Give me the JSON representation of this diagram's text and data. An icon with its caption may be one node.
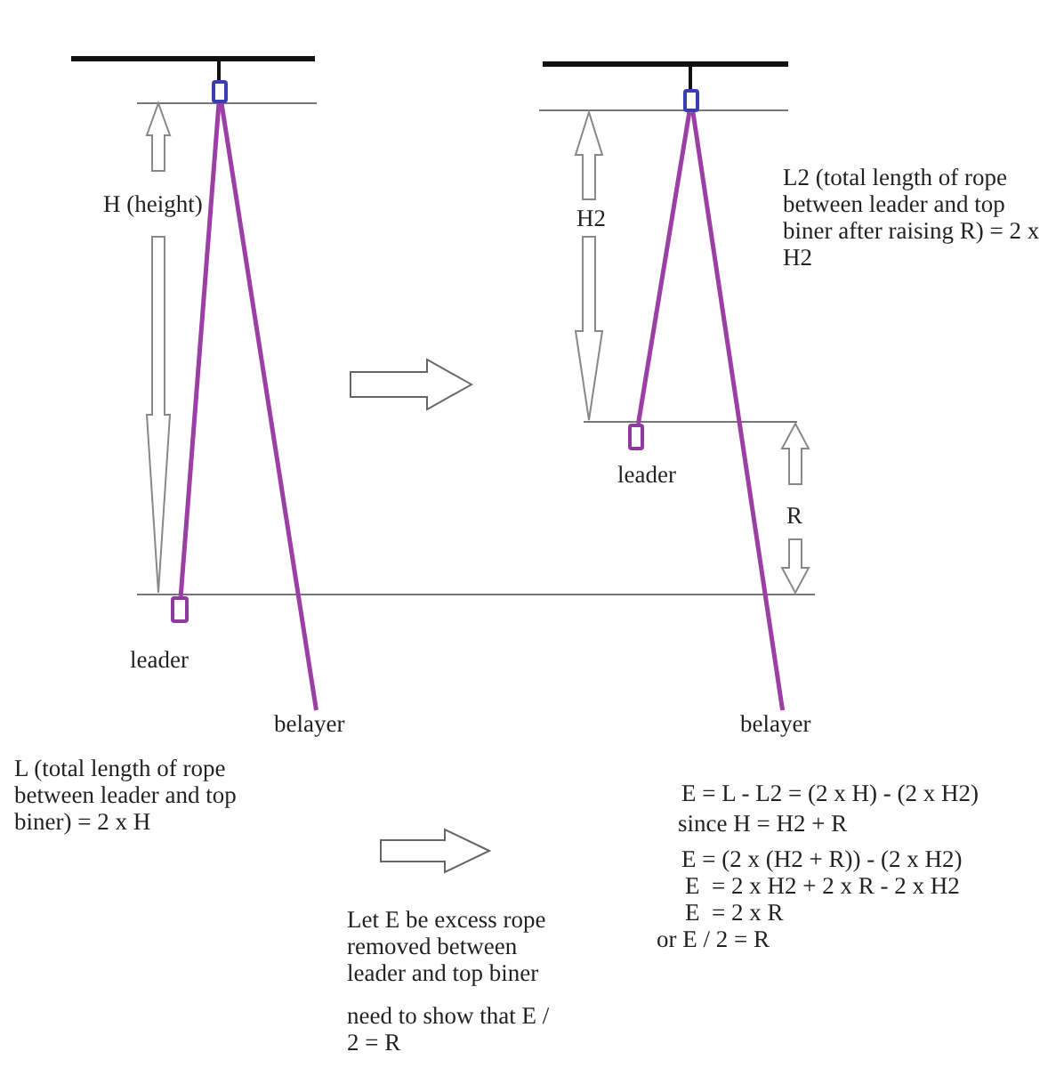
{
  "diagram": {
    "nodes": [
      {
        "text": [],
        "shape": "box"
      },
      {
        "text": [],
        "shape": "box",
        "beside": [
          "leader"
        ]
      },
      {
        "text": [
          "belayer"
        ]
      },
      {
        "text": [],
        "shape": "box"
      },
      {
        "text": [],
        "shape": "box",
        "beside": [
          "leader"
        ]
      },
      {
        "text": [
          "belayer"
        ]
      }
    ],
    "edges": [
      {
        "from": 1,
        "to": 0,
        "arrow": "none"
      },
      {
        "from": 0,
        "to": 2,
        "arrow": "none"
      },
      {
        "from": 4,
        "to": 3,
        "arrow": "none"
      },
      {
        "from": 3,
        "to": 5,
        "arrow": "none"
      }
    ],
    "labels": [
      "H (height)",
      "L2 (total length of rope between leader and top biner after raising R) = 2 x H2",
      "H2",
      "R",
      "L (total length of rope between leader and top biner) = 2 x H",
      "E = L - L2 = (2 x H) - (2 x H2)",
      "since H = H2 + R",
      "E = (2 x (H2 + R)) - (2 x H2)",
      "E  = 2 x H2 + 2 x R - 2 x H2",
      "E  = 2 x R",
      "or E / 2 = R",
      "Let E be excess rope removed between leader and top biner",
      "need to show that E / 2 = R"
    ]
  }
}
